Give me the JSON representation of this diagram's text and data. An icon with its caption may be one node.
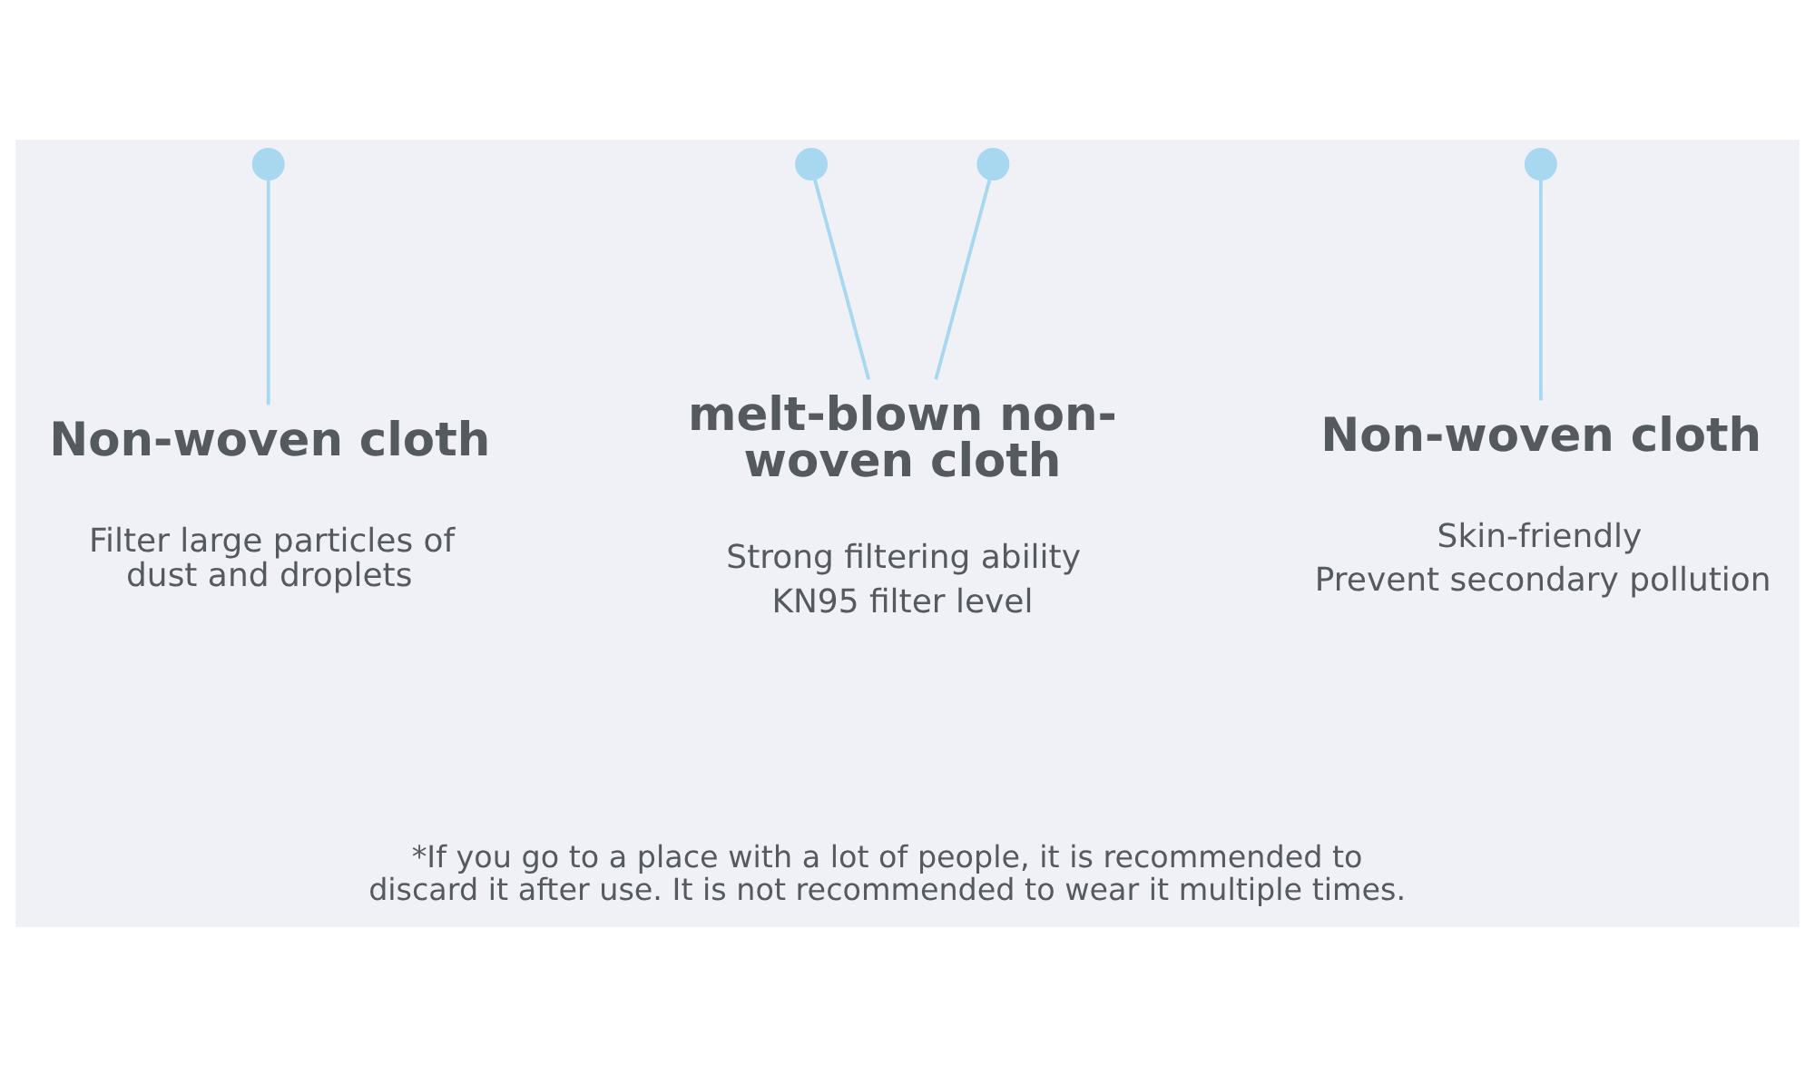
{
  "diagram": {
    "nodes": [
      {
        "text": [],
        "shape": "circle"
      },
      {
        "text": [],
        "shape": "circle"
      },
      {
        "text": [],
        "shape": "circle"
      },
      {
        "text": [],
        "shape": "circle"
      },
      {
        "text": [
          "Non-woven cloth",
          "Filter large particles of dust and droplets"
        ]
      },
      {
        "text": [
          "melt-blown non-woven cloth",
          "Strong filtering ability",
          "KN95 filter level"
        ]
      },
      {
        "text": [
          "Non-woven cloth",
          "Skin-friendly",
          "Prevent secondary pollution"
        ]
      }
    ],
    "edges": [
      {
        "from": 4,
        "to": 0,
        "arrow": "none"
      },
      {
        "from": 5,
        "to": 1,
        "arrow": "none"
      },
      {
        "from": 5,
        "to": 2,
        "arrow": "none"
      },
      {
        "from": 6,
        "to": 3,
        "arrow": "none"
      }
    ],
    "labels": [
      "*If you go to a place with a lot of people, it is recommended to discard it after use. It is not recommended to wear it multiple times."
    ]
  }
}
